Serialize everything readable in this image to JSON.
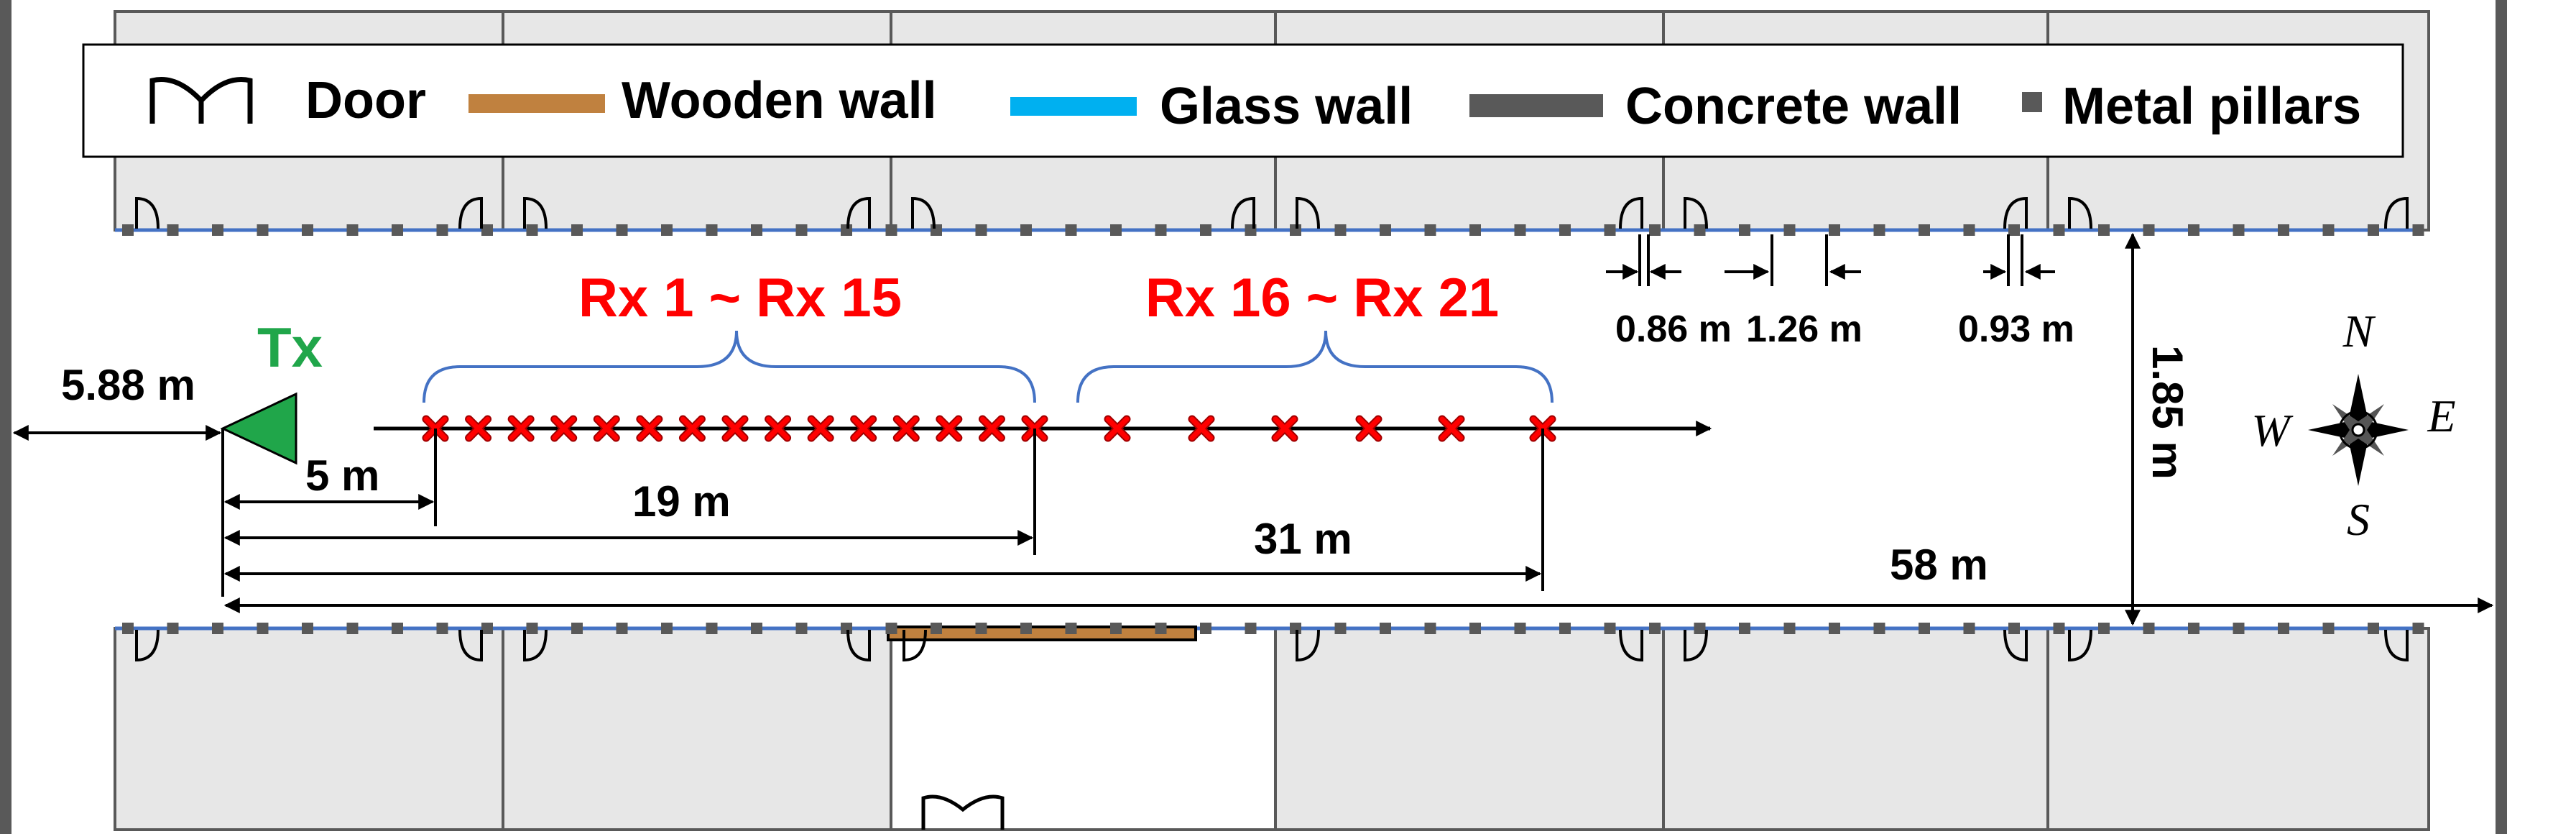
{
  "legend": {
    "door": "Door",
    "wooden_wall": "Wooden wall",
    "glass_wall": "Glass wall",
    "concrete_wall": "Concrete wall",
    "metal_pillars": "Metal pillars"
  },
  "labels": {
    "tx": "Tx",
    "rx_group_1": "Rx 1 ~ Rx 15",
    "rx_group_2": "Rx 16 ~ Rx 21"
  },
  "dimensions": {
    "d_wall_to_tx": "5.88 m",
    "d_5": "5 m",
    "d_19": "19 m",
    "d_31": "31 m",
    "d_58": "58 m",
    "corridor_width": "1.85 m",
    "pillar_width": "0.86 m",
    "pillar_spacing": "1.26 m",
    "door_gap": "0.93 m"
  },
  "compass": {
    "north": "N",
    "south": "S",
    "east": "E",
    "west": "W"
  },
  "colors": {
    "wood": "#c0813f",
    "glass": "#00b0f0",
    "glass_line": "#4472c4",
    "concrete": "#595959",
    "pillar": "#595959",
    "room_fill": "#e7e7e7",
    "tx": "#20a64a",
    "rx": "#ff0000",
    "rx_label": "#ff0000",
    "brace": "#4472c4"
  }
}
